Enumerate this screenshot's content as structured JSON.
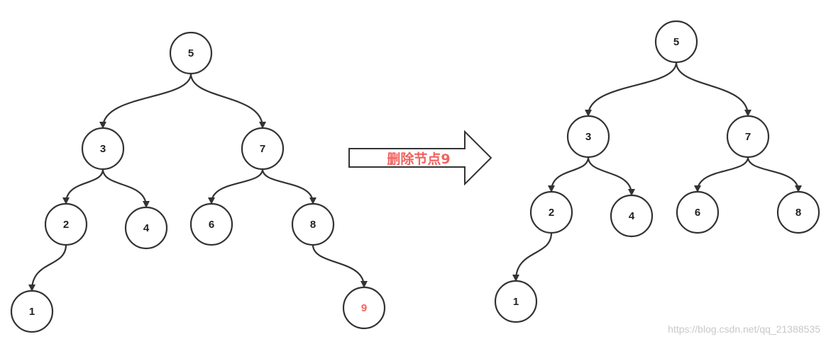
{
  "before_tree": {
    "nodes": {
      "n5": {
        "label": "5"
      },
      "n3": {
        "label": "3"
      },
      "n7": {
        "label": "7"
      },
      "n2": {
        "label": "2"
      },
      "n4": {
        "label": "4"
      },
      "n6": {
        "label": "6"
      },
      "n8": {
        "label": "8"
      },
      "n1": {
        "label": "1"
      },
      "n9": {
        "label": "9"
      }
    },
    "edges": [
      [
        "n5",
        "n3"
      ],
      [
        "n5",
        "n7"
      ],
      [
        "n3",
        "n2"
      ],
      [
        "n3",
        "n4"
      ],
      [
        "n7",
        "n6"
      ],
      [
        "n7",
        "n8"
      ],
      [
        "n2",
        "n1"
      ],
      [
        "n8",
        "n9"
      ]
    ]
  },
  "after_tree": {
    "nodes": {
      "n5": {
        "label": "5"
      },
      "n3": {
        "label": "3"
      },
      "n7": {
        "label": "7"
      },
      "n2": {
        "label": "2"
      },
      "n4": {
        "label": "4"
      },
      "n6": {
        "label": "6"
      },
      "n8": {
        "label": "8"
      },
      "n1": {
        "label": "1"
      }
    },
    "edges": [
      [
        "n5",
        "n3"
      ],
      [
        "n5",
        "n7"
      ],
      [
        "n3",
        "n2"
      ],
      [
        "n3",
        "n4"
      ],
      [
        "n7",
        "n6"
      ],
      [
        "n7",
        "n8"
      ],
      [
        "n2",
        "n1"
      ]
    ]
  },
  "operation_label": "删除节点9",
  "watermark": "https://blog.csdn.net/qq_21388535",
  "colors": {
    "stroke": "#333333",
    "highlight": "#f0625f",
    "watermark": "#c8c8c8"
  }
}
